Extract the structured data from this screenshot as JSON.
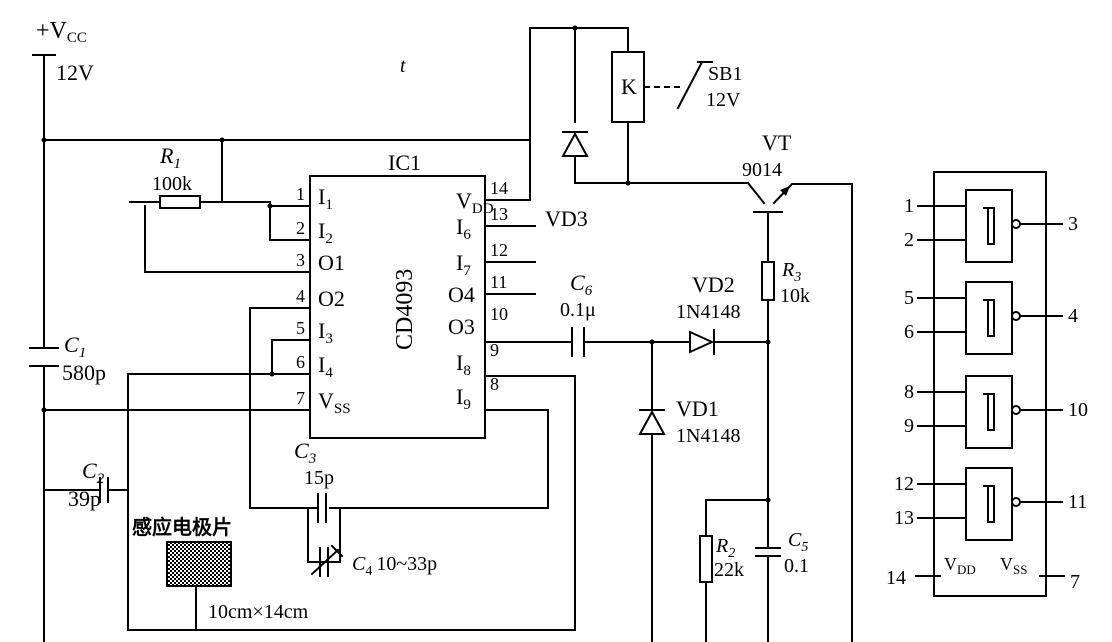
{
  "supply": {
    "label": "+V",
    "label_sub": "CC",
    "voltage": "12V"
  },
  "ic": {
    "name": "IC1",
    "part": "CD4093",
    "left_pins": [
      {
        "num": "1",
        "label": "I",
        "sub": "1"
      },
      {
        "num": "2",
        "label": "I",
        "sub": "2"
      },
      {
        "num": "3",
        "label": "O1",
        "sub": ""
      },
      {
        "num": "4",
        "label": "O2",
        "sub": ""
      },
      {
        "num": "5",
        "label": "I",
        "sub": "3"
      },
      {
        "num": "6",
        "label": "I",
        "sub": "4"
      },
      {
        "num": "7",
        "label": "V",
        "sub": "SS"
      }
    ],
    "right_pins": [
      {
        "num": "14",
        "label": "V",
        "sub": "DD"
      },
      {
        "num": "13",
        "label": "I",
        "sub": "6"
      },
      {
        "num": "12",
        "label": "I",
        "sub": "7"
      },
      {
        "num": "11",
        "label": "O4",
        "sub": ""
      },
      {
        "num": "10",
        "label": "O3",
        "sub": ""
      },
      {
        "num": "9",
        "label": "I",
        "sub": "8"
      },
      {
        "num": "8",
        "label": "I",
        "sub": "9"
      }
    ]
  },
  "components": {
    "r1": {
      "ref": "R",
      "ref_sub": "1",
      "value": "100k"
    },
    "r2": {
      "ref": "R",
      "ref_sub": "2",
      "value": "22k"
    },
    "r3": {
      "ref": "R",
      "ref_sub": "3",
      "value": "10k"
    },
    "c1": {
      "ref": "C",
      "ref_sub": "1",
      "value": "580p"
    },
    "c2": {
      "ref": "C",
      "ref_sub": "2",
      "value": "39p"
    },
    "c3": {
      "ref": "C",
      "ref_sub": "3",
      "value": "15p"
    },
    "c4": {
      "ref": "C",
      "ref_sub": "4",
      "value": "10~33p"
    },
    "c5": {
      "ref": "C",
      "ref_sub": "5",
      "value": "0.1"
    },
    "c6": {
      "ref": "C",
      "ref_sub": "6",
      "value": "0.1μ"
    },
    "vd1": {
      "ref": "VD1",
      "value": "1N4148"
    },
    "vd2": {
      "ref": "VD2",
      "value": "1N4148"
    },
    "vd3": {
      "ref": "VD3"
    },
    "vt": {
      "ref": "VT",
      "value": "9014"
    },
    "relay": {
      "ref": "K"
    },
    "switch": {
      "ref": "SB1",
      "value": "12V"
    },
    "electrode": {
      "label": "感应电极片",
      "size": "10cm×14cm"
    }
  },
  "pinout": {
    "gates": [
      {
        "in_a": "1",
        "in_b": "2",
        "out": "3"
      },
      {
        "in_a": "5",
        "in_b": "6",
        "out": "4"
      },
      {
        "in_a": "8",
        "in_b": "9",
        "out": "10"
      },
      {
        "in_a": "12",
        "in_b": "13",
        "out": "11"
      }
    ],
    "vdd_label": "V",
    "vdd_sub": "DD",
    "vdd_pin": "14",
    "vss_label": "V",
    "vss_sub": "SS",
    "vss_pin": "7"
  },
  "stray": {
    "t": "t"
  }
}
